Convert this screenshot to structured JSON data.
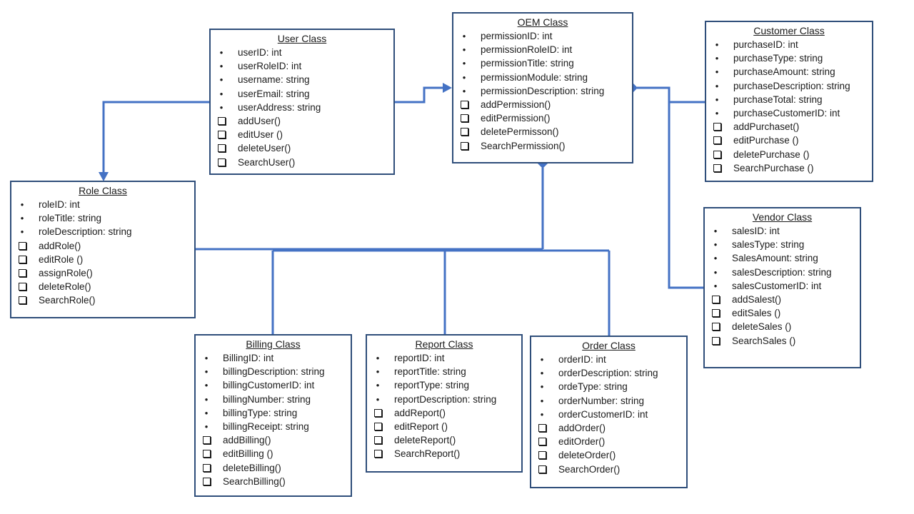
{
  "colors": {
    "connector": "#4472c4",
    "box_border": "#2f4e7a",
    "text": "#1a1a1a"
  },
  "classes": {
    "user": {
      "title": "User Class",
      "attributes": [
        "userID: int",
        "userRoleID: int",
        "username: string",
        "userEmail: string",
        "userAddress: string"
      ],
      "methods": [
        "addUser()",
        "editUser ()",
        "deleteUser()",
        "SearchUser()"
      ]
    },
    "oem": {
      "title": "OEM Class",
      "attributes": [
        "permissionID: int",
        "permissionRoleID: int",
        "permissionTitle: string",
        "permissionModule:  string",
        "permissionDescription: string"
      ],
      "methods": [
        "addPermission()",
        "editPermission()",
        "deletePermisson()",
        "SearchPermission()"
      ]
    },
    "customer": {
      "title": "Customer Class",
      "attributes": [
        "purchaseID: int",
        "purchaseType: string",
        "purchaseAmount:  string",
        "purchaseDescription: string",
        "purchaseTotal: string",
        "purchaseCustomerID: int"
      ],
      "methods": [
        "addPurchaset()",
        "editPurchase ()",
        "deletePurchase ()",
        "SearchPurchase ()"
      ]
    },
    "role": {
      "title": "Role Class",
      "attributes": [
        "roleID: int",
        "roleTitle: string",
        "roleDescription: string"
      ],
      "methods": [
        "addRole()",
        "editRole ()",
        "assignRole()",
        "deleteRole()",
        "SearchRole()"
      ]
    },
    "vendor": {
      "title": "Vendor  Class",
      "attributes": [
        "salesID: int",
        "salesType: string",
        "SalesAmount:  string",
        "salesDescription: string",
        "salesCustomerID: int"
      ],
      "methods": [
        "addSalest()",
        "editSales ()",
        "deleteSales ()",
        "SearchSales ()"
      ]
    },
    "billing": {
      "title": "Billing Class",
      "attributes": [
        "BillingID: int",
        "billingDescription: string",
        "billingCustomerID: int",
        "billingNumber:  string",
        "billingType: string",
        "billingReceipt: string"
      ],
      "methods": [
        "addBilling()",
        "editBilling ()",
        "deleteBilling()",
        "SearchBilling()"
      ]
    },
    "report": {
      "title": "Report  Class",
      "attributes": [
        "reportID:  int",
        "reportTitle: string",
        "reportType:  string",
        "reportDescription:  string"
      ],
      "methods": [
        "addReport()",
        "editReport  ()",
        "deleteReport()",
        "SearchReport()"
      ]
    },
    "order": {
      "title": "Order Class",
      "attributes": [
        "orderID:  int",
        "orderDescription:  string",
        "ordeType:  string",
        "orderNumber:   string",
        "orderCustomerID:  int"
      ],
      "methods": [
        "addOrder()",
        "editOrder()",
        "deleteOrder()",
        "SearchOrder()"
      ]
    }
  }
}
